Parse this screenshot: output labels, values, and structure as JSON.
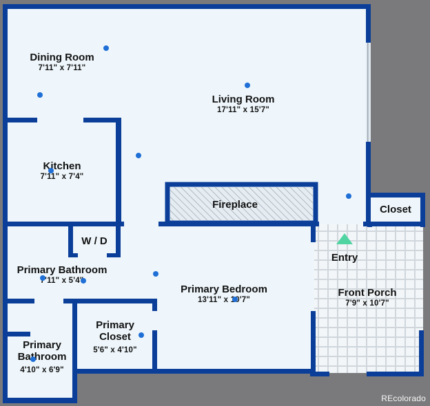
{
  "colors": {
    "wall": "#0b3e99",
    "floor": "#eef6fb",
    "background": "#7a7a7c",
    "marker": "#1f6fd6",
    "entry_marker": "#4fd4a2",
    "fireplace_hatch": "#9aa3ad"
  },
  "rooms": [
    {
      "id": "dining",
      "name": "Dining Room",
      "dims": "7'11\" x 7'11\""
    },
    {
      "id": "living",
      "name": "Living Room",
      "dims": "17'11\" x 15'7\""
    },
    {
      "id": "kitchen",
      "name": "Kitchen",
      "dims": "7'11\" x 7'4\""
    },
    {
      "id": "fireplace",
      "name": "Fireplace",
      "dims": ""
    },
    {
      "id": "closet",
      "name": "Closet",
      "dims": ""
    },
    {
      "id": "wd",
      "name": "W / D",
      "dims": ""
    },
    {
      "id": "entry",
      "name": "Entry",
      "dims": ""
    },
    {
      "id": "primary-bathroom-1",
      "name": "Primary Bathroom",
      "dims": "7'11\" x 5'4\""
    },
    {
      "id": "primary-bedroom",
      "name": "Primary Bedroom",
      "dims": "13'11\" x 10'7\""
    },
    {
      "id": "front-porch",
      "name": "Front Porch",
      "dims": "7'9\" x 10'7\""
    },
    {
      "id": "primary-closet",
      "name": "Primary Closet",
      "dims": "5'6\" x 4'10\""
    },
    {
      "id": "primary-bathroom-2",
      "name": "Primary Bathroom",
      "dims": "4'10\" x 6'9\""
    }
  ],
  "watermark": "REcolorado"
}
